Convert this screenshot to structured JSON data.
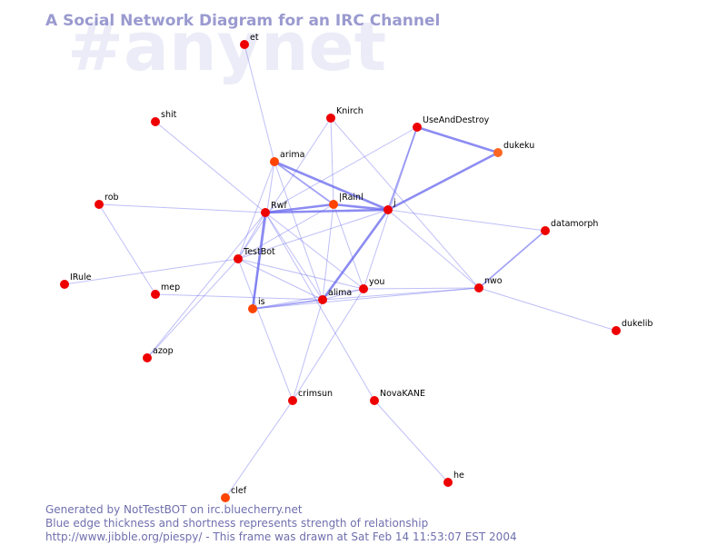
{
  "watermark": "#anynet",
  "title": "A Social Network Diagram for an IRC Channel",
  "footer": {
    "line1": "Generated by NotTestBOT on irc.bluecherry.net",
    "line2": "Blue edge thickness and shortness represents strength of relationship",
    "line3": "http://www.jibble.org/piespy/ - This frame was drawn at Sat Feb 14 11:53:07 EST 2004"
  },
  "colors": {
    "edge": "#6666ee",
    "node_default": "#ee0000",
    "node_active": "#ff4400",
    "node_recent": "#ff6622",
    "watermark": "#ececf8",
    "title": "#9a9ad0",
    "footer": "#6f6fae"
  },
  "nodes": [
    {
      "id": "et",
      "label": "et",
      "state": "default"
    },
    {
      "id": "shit",
      "label": "shit",
      "state": "default"
    },
    {
      "id": "Knirch",
      "label": "Knirch",
      "state": "default"
    },
    {
      "id": "UseAndDestroy",
      "label": "UseAndDestroy",
      "state": "default"
    },
    {
      "id": "dukeku",
      "label": "dukeku",
      "state": "recent"
    },
    {
      "id": "arima",
      "label": "arima",
      "state": "active"
    },
    {
      "id": "rob",
      "label": "rob",
      "state": "default"
    },
    {
      "id": "Rwf",
      "label": "Rwf",
      "state": "default"
    },
    {
      "id": "jRainl",
      "label": "|Rainl",
      "state": "active"
    },
    {
      "id": "j",
      "label": "j",
      "state": "default"
    },
    {
      "id": "datamorph",
      "label": "datamorph",
      "state": "default"
    },
    {
      "id": "TestBot",
      "label": "TestBot",
      "state": "default"
    },
    {
      "id": "IRule",
      "label": "IRule",
      "state": "default"
    },
    {
      "id": "mep",
      "label": "mep",
      "state": "default"
    },
    {
      "id": "is",
      "label": "is",
      "state": "active"
    },
    {
      "id": "alima",
      "label": "alima",
      "state": "default"
    },
    {
      "id": "you",
      "label": "you",
      "state": "default"
    },
    {
      "id": "nwo",
      "label": "nwo",
      "state": "default"
    },
    {
      "id": "dukelib",
      "label": "dukelib",
      "state": "default"
    },
    {
      "id": "azop",
      "label": "azop",
      "state": "default"
    },
    {
      "id": "crimsun",
      "label": "crimsun",
      "state": "default"
    },
    {
      "id": "NovaKANE",
      "label": "NovaKANE",
      "state": "default"
    },
    {
      "id": "he",
      "label": "he",
      "state": "default"
    },
    {
      "id": "clef",
      "label": "clef",
      "state": "active"
    }
  ],
  "edges": [
    {
      "from": "et",
      "to": "arima",
      "weight": 1
    },
    {
      "from": "shit",
      "to": "Rwf",
      "weight": 1
    },
    {
      "from": "Knirch",
      "to": "TestBot",
      "weight": 1
    },
    {
      "from": "Knirch",
      "to": "nwo",
      "weight": 1
    },
    {
      "from": "UseAndDestroy",
      "to": "dukeku",
      "weight": 3
    },
    {
      "from": "UseAndDestroy",
      "to": "j",
      "weight": 2
    },
    {
      "from": "UseAndDestroy",
      "to": "Rwf",
      "weight": 1
    },
    {
      "from": "UseAndDestroy",
      "to": "you",
      "weight": 1
    },
    {
      "from": "dukeku",
      "to": "j",
      "weight": 3
    },
    {
      "from": "arima",
      "to": "j",
      "weight": 3
    },
    {
      "from": "arima",
      "to": "jRainl",
      "weight": 2
    },
    {
      "from": "arima",
      "to": "is",
      "weight": 1
    },
    {
      "from": "arima",
      "to": "TestBot",
      "weight": 1
    },
    {
      "from": "arima",
      "to": "alima",
      "weight": 1
    },
    {
      "from": "rob",
      "to": "Rwf",
      "weight": 1
    },
    {
      "from": "rob",
      "to": "mep",
      "weight": 1
    },
    {
      "from": "Rwf",
      "to": "jRainl",
      "weight": 3
    },
    {
      "from": "Rwf",
      "to": "j",
      "weight": 3
    },
    {
      "from": "Rwf",
      "to": "is",
      "weight": 3
    },
    {
      "from": "Rwf",
      "to": "TestBot",
      "weight": 1
    },
    {
      "from": "Rwf",
      "to": "alima",
      "weight": 1
    },
    {
      "from": "Rwf",
      "to": "you",
      "weight": 1
    },
    {
      "from": "Rwf",
      "to": "azop",
      "weight": 1
    },
    {
      "from": "Rwf",
      "to": "NovaKANE",
      "weight": 1
    },
    {
      "from": "jRainl",
      "to": "j",
      "weight": 3
    },
    {
      "from": "jRainl",
      "to": "alima",
      "weight": 1
    },
    {
      "from": "jRainl",
      "to": "you",
      "weight": 1
    },
    {
      "from": "jRainl",
      "to": "TestBot",
      "weight": 1
    },
    {
      "from": "jRainl",
      "to": "Knirch",
      "weight": 1
    },
    {
      "from": "j",
      "to": "alima",
      "weight": 3
    },
    {
      "from": "j",
      "to": "datamorph",
      "weight": 1
    },
    {
      "from": "j",
      "to": "nwo",
      "weight": 1
    },
    {
      "from": "j",
      "to": "TestBot",
      "weight": 1
    },
    {
      "from": "datamorph",
      "to": "nwo",
      "weight": 2
    },
    {
      "from": "TestBot",
      "to": "IRule",
      "weight": 1
    },
    {
      "from": "TestBot",
      "to": "alima",
      "weight": 1
    },
    {
      "from": "TestBot",
      "to": "you",
      "weight": 1
    },
    {
      "from": "TestBot",
      "to": "azop",
      "weight": 1
    },
    {
      "from": "TestBot",
      "to": "crimsun",
      "weight": 1
    },
    {
      "from": "mep",
      "to": "alima",
      "weight": 1
    },
    {
      "from": "is",
      "to": "alima",
      "weight": 2
    },
    {
      "from": "is",
      "to": "you",
      "weight": 1
    },
    {
      "from": "is",
      "to": "nwo",
      "weight": 1
    },
    {
      "from": "alima",
      "to": "you",
      "weight": 1
    },
    {
      "from": "alima",
      "to": "nwo",
      "weight": 1
    },
    {
      "from": "alima",
      "to": "crimsun",
      "weight": 1
    },
    {
      "from": "you",
      "to": "nwo",
      "weight": 1
    },
    {
      "from": "you",
      "to": "crimsun",
      "weight": 1
    },
    {
      "from": "nwo",
      "to": "dukelib",
      "weight": 1
    },
    {
      "from": "NovaKANE",
      "to": "he",
      "weight": 1
    },
    {
      "from": "crimsun",
      "to": "clef",
      "weight": 1
    }
  ]
}
